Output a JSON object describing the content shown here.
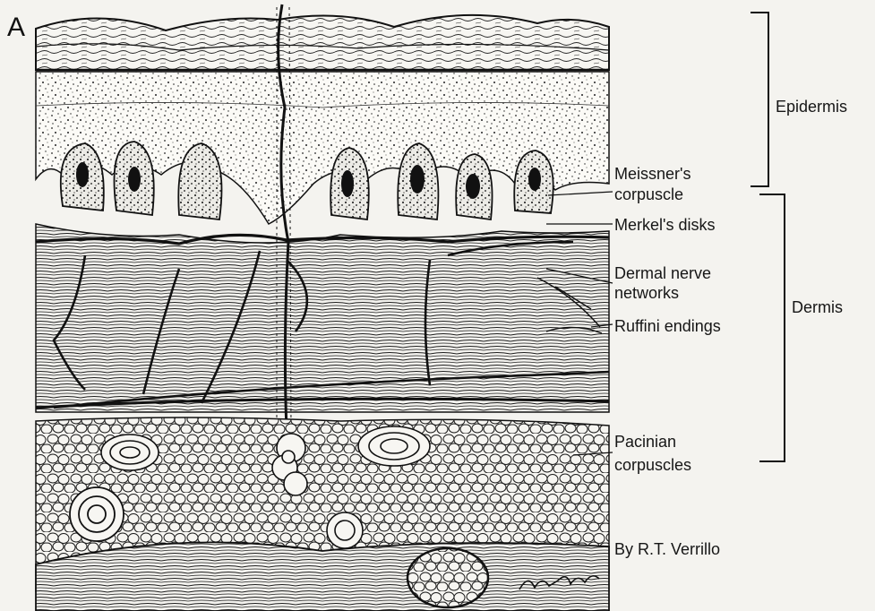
{
  "panel_letter": "A",
  "labels": {
    "epidermis": "Epidermis",
    "dermis": "Dermis",
    "meissner_line1": "Meissner's",
    "meissner_line2": "corpuscle",
    "merkel": "Merkel's disks",
    "dermal_line1": "Dermal nerve",
    "dermal_line2": "networks",
    "ruffini": "Ruffini endings",
    "pacinian_line1": "Pacinian",
    "pacinian_line2": "corpuscles",
    "credit": "By  R.T. Verrillo"
  },
  "signature": "R.T. Verrillo",
  "colors": {
    "ink": "#161616",
    "paper": "#f4f3ef"
  }
}
